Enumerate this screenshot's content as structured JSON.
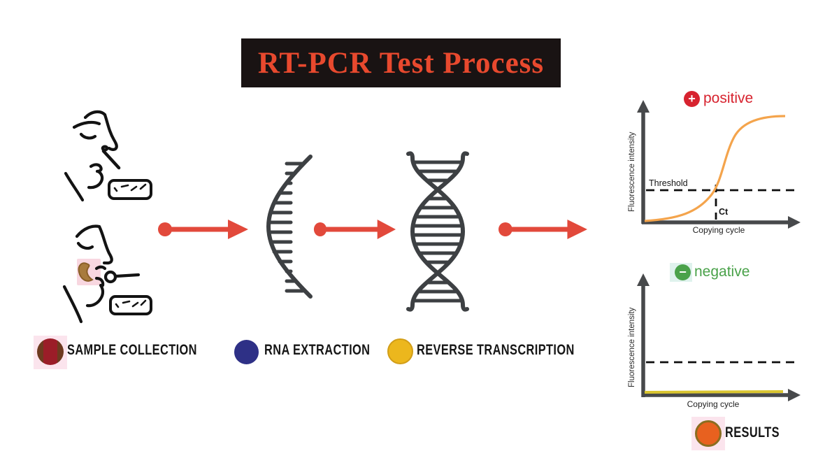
{
  "title": "RT-PCR Test Process",
  "steps": {
    "sample_collection": {
      "label": "SAMPLE COLLECTION",
      "dot_color": "#9b1d28"
    },
    "rna_extraction": {
      "label": "RNA EXTRACTION",
      "dot_color": "#2e3086"
    },
    "reverse_transcription": {
      "label": "REVERSE TRANSCRIPTION",
      "dot_color": "#ecb71d"
    },
    "results": {
      "label": "RESULTS",
      "dot_color": "#e8611f"
    }
  },
  "charts": {
    "positive": {
      "legend_sign": "+",
      "legend_label": "positive",
      "y_axis_label": "Fluorescence intensity",
      "x_axis_label": "Copying cycle",
      "threshold_label": "Threshold",
      "ct_label": "Ct"
    },
    "negative": {
      "legend_sign": "−",
      "legend_label": "negative",
      "y_axis_label": "Fluorescence intensity",
      "x_axis_label": "Copying cycle"
    }
  },
  "chart_data": [
    {
      "type": "line",
      "title": "positive",
      "xlabel": "Copying cycle",
      "ylabel": "Fluorescence intensity",
      "series": [
        {
          "name": "fluorescence",
          "shape": "sigmoid amplification curve rising from baseline, crossing the threshold at Ct, then plateauing"
        }
      ],
      "annotations": [
        "Threshold (horizontal dashed line)",
        "Ct (vertical dashed marker at threshold crossing)"
      ],
      "grid": false,
      "legend_position": "top"
    },
    {
      "type": "line",
      "title": "negative",
      "xlabel": "Copying cycle",
      "ylabel": "Fluorescence intensity",
      "series": [
        {
          "name": "fluorescence",
          "shape": "flat baseline line that never crosses the threshold"
        }
      ],
      "annotations": [
        "Threshold (horizontal dashed line, uncrossed)"
      ],
      "grid": false,
      "legend_position": "top"
    }
  ],
  "colors": {
    "arrow": "#e2493b",
    "title_text": "#e8492e",
    "title_bg": "#191313",
    "positive": "#d7232f",
    "negative": "#4aa24a",
    "positive_curve": "#f4a44c",
    "negative_curve": "#d9c530",
    "strand": "#3d4043"
  }
}
